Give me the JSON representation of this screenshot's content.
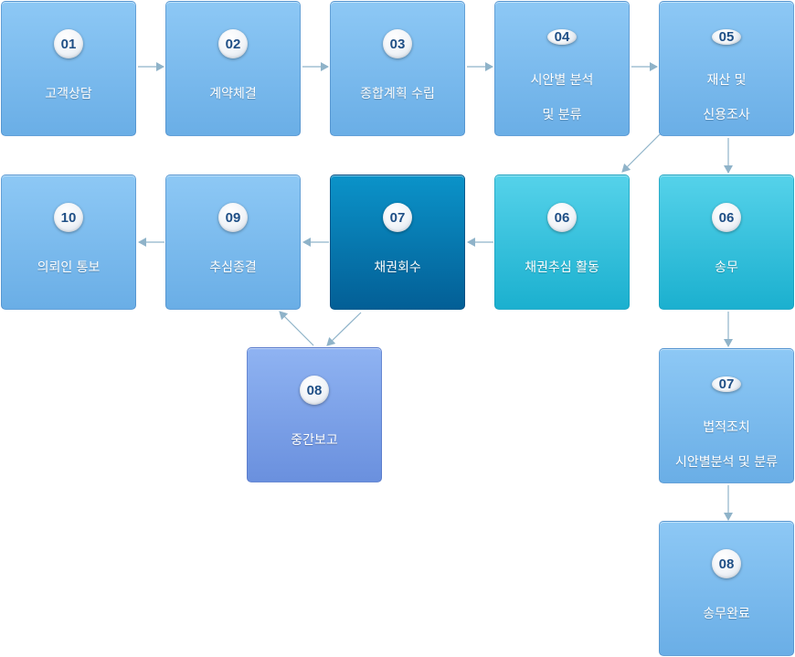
{
  "colors": {
    "blue": "#7bbcef",
    "cyan": "#2ec0dc",
    "navy": "#0477b0",
    "indigo": "#7ca1e8",
    "connector": "#8fb3c9",
    "badge_text": "#1f4f86"
  },
  "steps": [
    {
      "id": "s01",
      "number": "01",
      "lines": [
        "고객상담"
      ]
    },
    {
      "id": "s02",
      "number": "02",
      "lines": [
        "계약체결"
      ]
    },
    {
      "id": "s03",
      "number": "03",
      "lines": [
        "종합계획 수립"
      ]
    },
    {
      "id": "s04",
      "number": "04",
      "lines": [
        "시안별 분석",
        "및 분류"
      ]
    },
    {
      "id": "s05",
      "number": "05",
      "lines": [
        "재산 및",
        "신용조사"
      ]
    },
    {
      "id": "s06a",
      "number": "06",
      "lines": [
        "채권추심 활동"
      ]
    },
    {
      "id": "s06b",
      "number": "06",
      "lines": [
        "송무"
      ]
    },
    {
      "id": "s07a",
      "number": "07",
      "lines": [
        "채권회수"
      ]
    },
    {
      "id": "s07b",
      "number": "07",
      "lines": [
        "법적조치",
        "시안별분석 및 분류"
      ]
    },
    {
      "id": "s08a",
      "number": "08",
      "lines": [
        "중간보고"
      ]
    },
    {
      "id": "s08b",
      "number": "08",
      "lines": [
        "송무완료"
      ]
    },
    {
      "id": "s09",
      "number": "09",
      "lines": [
        "추심종결"
      ]
    },
    {
      "id": "s10",
      "number": "10",
      "lines": [
        "의뢰인 통보"
      ]
    }
  ]
}
